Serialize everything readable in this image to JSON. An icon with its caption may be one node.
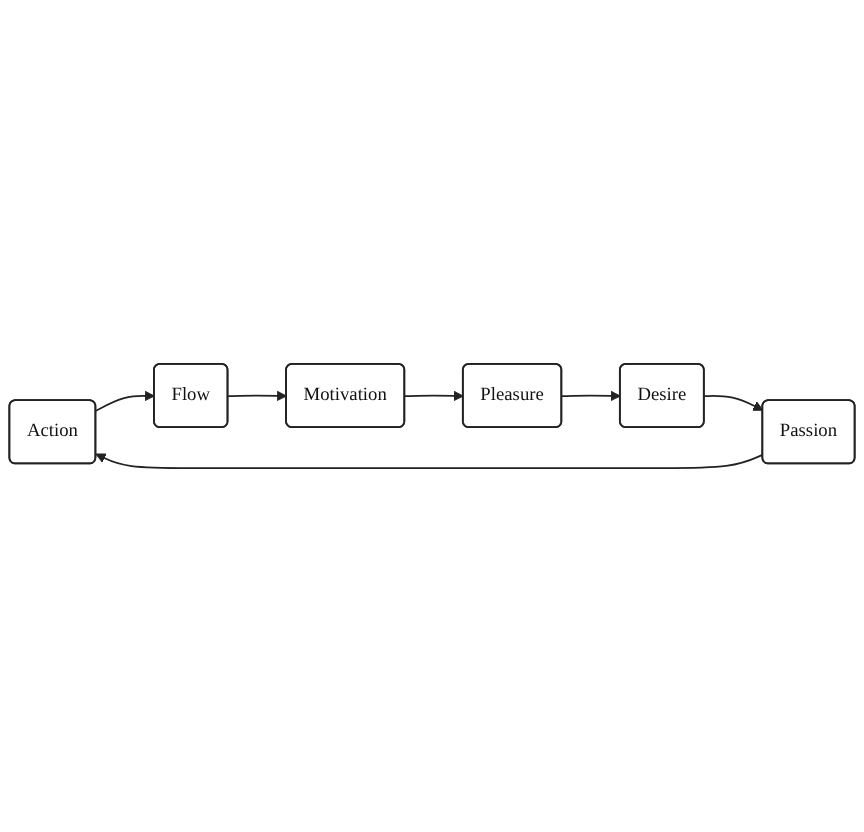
{
  "diagram": {
    "nodes": [
      {
        "text": [
          "Action"
        ]
      },
      {
        "text": [
          "Passion"
        ]
      },
      {
        "text": [
          "Flow"
        ]
      },
      {
        "text": [
          "Desire"
        ]
      },
      {
        "text": [
          "Motivation"
        ]
      },
      {
        "text": [
          "Pleasure"
        ]
      }
    ],
    "edges": [
      {
        "from": 0,
        "to": 2,
        "arrow": "to"
      },
      {
        "from": 2,
        "to": 4,
        "arrow": "to"
      },
      {
        "from": 4,
        "to": 5,
        "arrow": "to"
      },
      {
        "from": 5,
        "to": 3,
        "arrow": "to"
      },
      {
        "from": 3,
        "to": 1,
        "arrow": "to"
      },
      {
        "from": 1,
        "to": 0,
        "arrow": "to"
      }
    ]
  }
}
